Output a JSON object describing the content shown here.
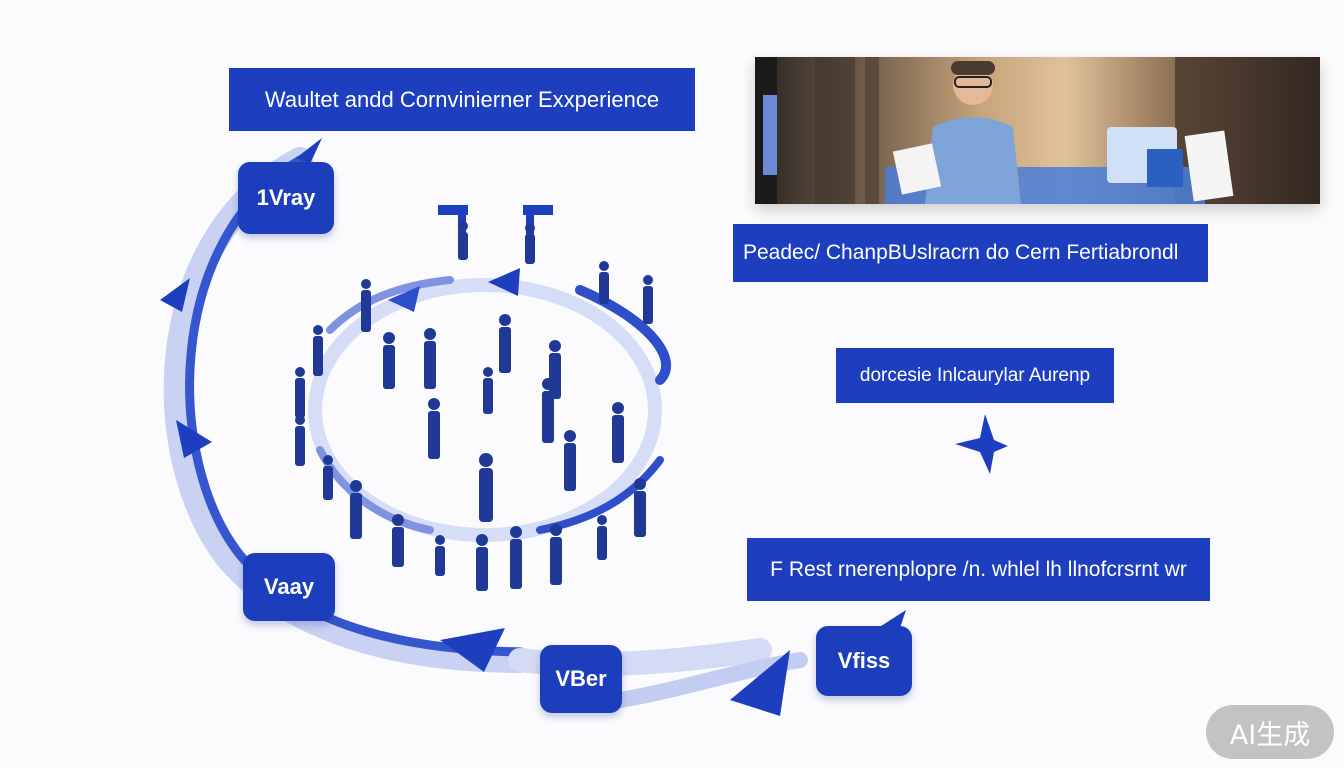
{
  "title_banner": "Waultet andd Cornvinierner Exxperience",
  "banners": [
    "Peadec/ ChanpBUslracrn do Cern Fertiabrondl",
    "dorcesie Inlcaurylar Aurenp",
    "F Rest rnerenplopre /n.  whlel lh  llnofcrsrnt wr"
  ],
  "nodes": {
    "top": "1Vray",
    "left": "Vaay",
    "bottom": "VBer",
    "right": "Vfiss"
  },
  "watermark": "AI生成",
  "colors": {
    "primary": "#1d3fbf",
    "arrow_light": "#c3cdf1"
  }
}
